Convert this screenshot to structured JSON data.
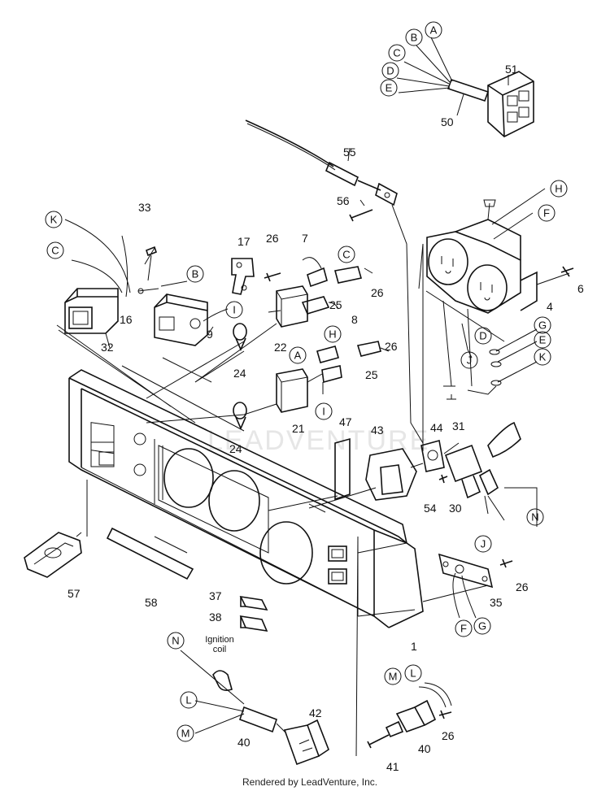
{
  "parts": [
    {
      "id": "p51",
      "label": "51"
    },
    {
      "id": "p50",
      "label": "50"
    },
    {
      "id": "p55",
      "label": "55"
    },
    {
      "id": "p56",
      "label": "56"
    },
    {
      "id": "p33",
      "label": "33"
    },
    {
      "id": "p17",
      "label": "17"
    },
    {
      "id": "p26a",
      "label": "26"
    },
    {
      "id": "p7",
      "label": "7"
    },
    {
      "id": "p26b",
      "label": "26"
    },
    {
      "id": "p25a",
      "label": "25"
    },
    {
      "id": "p8",
      "label": "8"
    },
    {
      "id": "p16",
      "label": "16"
    },
    {
      "id": "p9",
      "label": "9"
    },
    {
      "id": "p32",
      "label": "32"
    },
    {
      "id": "p22",
      "label": "22"
    },
    {
      "id": "p24a",
      "label": "24"
    },
    {
      "id": "p25b",
      "label": "25"
    },
    {
      "id": "p26c",
      "label": "26"
    },
    {
      "id": "p21",
      "label": "21"
    },
    {
      "id": "p24b",
      "label": "24"
    },
    {
      "id": "p47",
      "label": "47"
    },
    {
      "id": "p43",
      "label": "43"
    },
    {
      "id": "p44",
      "label": "44"
    },
    {
      "id": "p31",
      "label": "31"
    },
    {
      "id": "p54",
      "label": "54"
    },
    {
      "id": "p30",
      "label": "30"
    },
    {
      "id": "p6",
      "label": "6"
    },
    {
      "id": "p4",
      "label": "4"
    },
    {
      "id": "p57",
      "label": "57"
    },
    {
      "id": "p58",
      "label": "58"
    },
    {
      "id": "p37",
      "label": "37"
    },
    {
      "id": "p38",
      "label": "38"
    },
    {
      "id": "p26d",
      "label": "26"
    },
    {
      "id": "p35",
      "label": "35"
    },
    {
      "id": "p1",
      "label": "1"
    },
    {
      "id": "p42",
      "label": "42"
    },
    {
      "id": "p40a",
      "label": "40"
    },
    {
      "id": "p40b",
      "label": "40"
    },
    {
      "id": "p26e",
      "label": "26"
    },
    {
      "id": "p41",
      "label": "41"
    }
  ],
  "callouts": [
    {
      "id": "cA1",
      "letter": "A"
    },
    {
      "id": "cB1",
      "letter": "B"
    },
    {
      "id": "cC1",
      "letter": "C"
    },
    {
      "id": "cD1",
      "letter": "D"
    },
    {
      "id": "cE1",
      "letter": "E"
    },
    {
      "id": "cK1",
      "letter": "K"
    },
    {
      "id": "cC2",
      "letter": "C"
    },
    {
      "id": "cB2",
      "letter": "B"
    },
    {
      "id": "cI1",
      "letter": "I"
    },
    {
      "id": "cC3",
      "letter": "C"
    },
    {
      "id": "cH1",
      "letter": "H"
    },
    {
      "id": "cA2",
      "letter": "A"
    },
    {
      "id": "cI2",
      "letter": "I"
    },
    {
      "id": "cH2",
      "letter": "H"
    },
    {
      "id": "cF1",
      "letter": "F"
    },
    {
      "id": "cD2",
      "letter": "D"
    },
    {
      "id": "cG1",
      "letter": "G"
    },
    {
      "id": "cE2",
      "letter": "E"
    },
    {
      "id": "cK2",
      "letter": "K"
    },
    {
      "id": "cJ1",
      "letter": "J"
    },
    {
      "id": "cN1",
      "letter": "N"
    },
    {
      "id": "cJ2",
      "letter": "J"
    },
    {
      "id": "cF2",
      "letter": "F"
    },
    {
      "id": "cG2",
      "letter": "G"
    },
    {
      "id": "cN2",
      "letter": "N"
    },
    {
      "id": "cL1",
      "letter": "L"
    },
    {
      "id": "cM1",
      "letter": "M"
    },
    {
      "id": "cM2",
      "letter": "M"
    },
    {
      "id": "cL2",
      "letter": "L"
    }
  ],
  "ignition_note": [
    "Ignition",
    "coil"
  ],
  "watermark": "LEADVENTURE",
  "footer": "Rendered by LeadVenture, Inc."
}
